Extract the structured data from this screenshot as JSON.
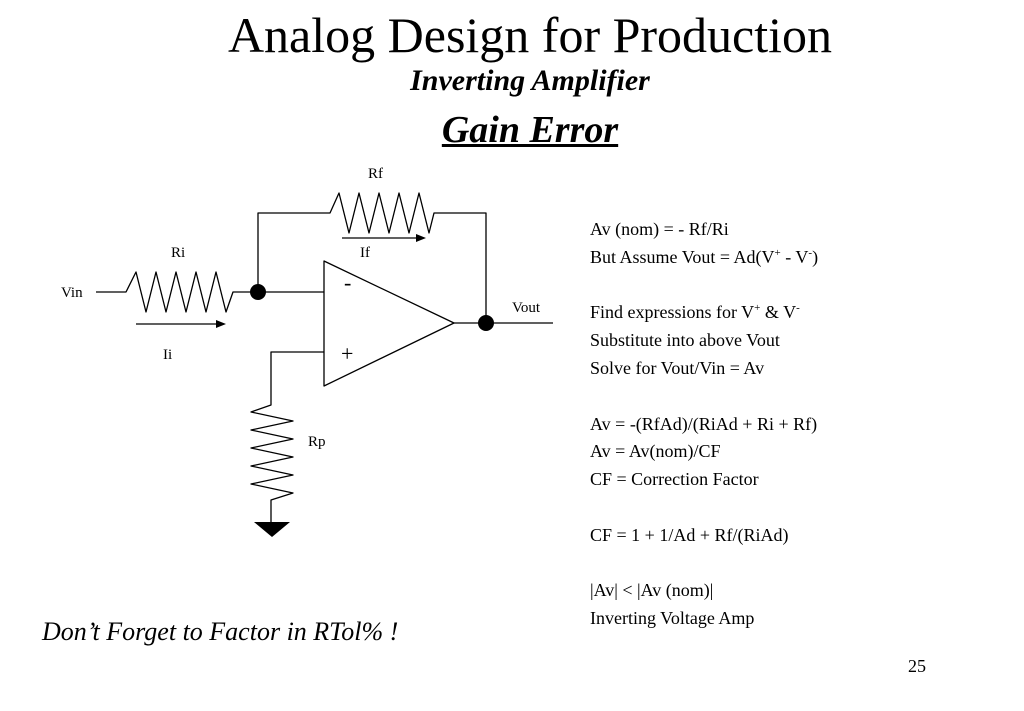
{
  "slide": {
    "title": "Analog Design for Production",
    "subtitle": "Inverting Amplifier",
    "heading": "Gain Error",
    "note": "Don’t Forget to Factor in RTol% !",
    "page_number": "25"
  },
  "circuit": {
    "labels": {
      "rf": "Rf",
      "ri": "Ri",
      "rp": "Rp",
      "if": "If",
      "ii": "Ii",
      "vin": "Vin",
      "vout": "Vout",
      "minus": "-",
      "plus": "+"
    }
  },
  "equations": [
    {
      "text": "Av (nom) = - Rf/Ri"
    },
    {
      "parts": [
        "But Assume Vout = Ad(V",
        "+",
        " - V",
        "-",
        ")"
      ]
    },
    {
      "text": ""
    },
    {
      "parts": [
        "Find expressions for V",
        "+",
        " & V",
        "-",
        ""
      ]
    },
    {
      "text": "Substitute into above Vout"
    },
    {
      "text": "Solve for Vout/Vin = Av"
    },
    {
      "text": ""
    },
    {
      "text": "Av = -(RfAd)/(RiAd + Ri + Rf)"
    },
    {
      "text": "Av = Av(nom)/CF"
    },
    {
      "text": "CF = Correction Factor"
    },
    {
      "text": ""
    },
    {
      "text": "CF = 1 + 1/Ad + Rf/(RiAd)"
    },
    {
      "text": ""
    },
    {
      "text": "|Av| < |Av (nom)|"
    },
    {
      "text": "Inverting Voltage Amp"
    }
  ]
}
